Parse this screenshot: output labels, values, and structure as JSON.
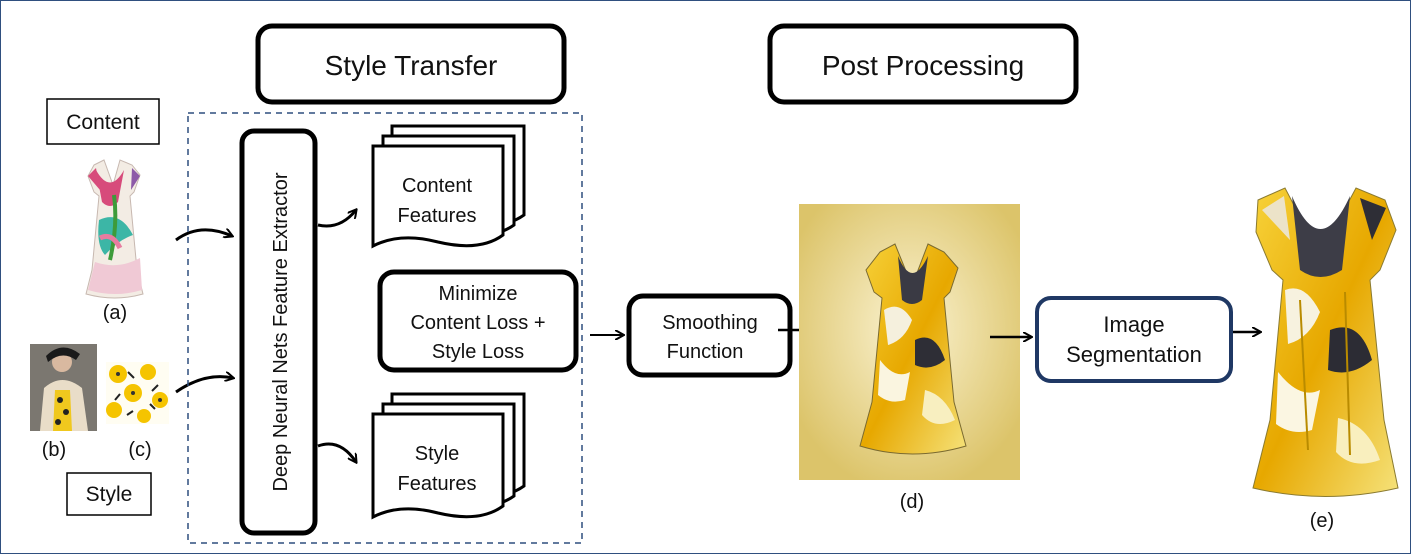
{
  "headers": {
    "style_transfer": "Style Transfer",
    "post_processing": "Post Processing"
  },
  "inputs": {
    "content_label": "Content",
    "style_label": "Style",
    "caption_a": "(a)",
    "caption_b": "(b)",
    "caption_c": "(c)"
  },
  "extractor": {
    "label": "Deep Neural Nets Feature Extractor"
  },
  "features": {
    "content_line1": "Content",
    "content_line2": "Features",
    "style_line1": "Style",
    "style_line2": "Features"
  },
  "loss": {
    "line1": "Minimize",
    "line2": "Content Loss +",
    "line3": "Style Loss"
  },
  "smoothing": {
    "line1": "Smoothing",
    "line2": "Function"
  },
  "segmentation": {
    "line1": "Image",
    "line2": "Segmentation"
  },
  "outputs": {
    "caption_d": "(d)",
    "caption_e": "(e)"
  },
  "colors": {
    "stroke": "#000000",
    "frame": "#2f4f7f",
    "dashed": "#2f4f7f",
    "segmentation_border": "#1f3864",
    "yellow": "#f5c400",
    "beige_bg": "#e8d58a"
  }
}
